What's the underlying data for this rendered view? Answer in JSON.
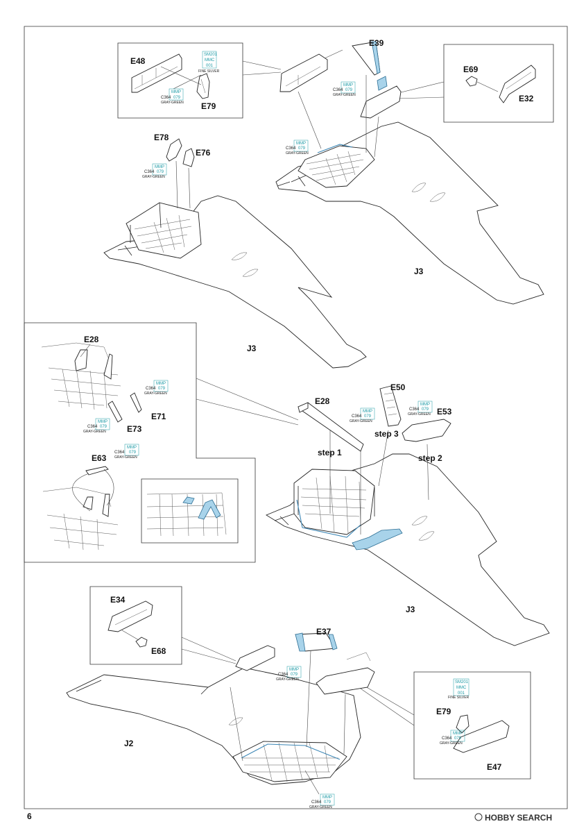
{
  "page": {
    "number": "6"
  },
  "watermark": {
    "text": "HOBBY SEARCH"
  },
  "paint_codes": {
    "gray_green": {
      "mmp": "MMP",
      "c": "C364",
      "n": "079",
      "name": "GRAY-GREEN"
    },
    "fine_silver": {
      "sm": "SM201",
      "mmc": "MMC",
      "n": "001",
      "name": "FINE SILVER"
    }
  },
  "labels": {
    "e48": "E48",
    "e79a": "E79",
    "e39": "E39",
    "e69": "E69",
    "e32": "E32",
    "e78": "E78",
    "e76": "E76",
    "j3a": "J3",
    "j3b": "J3",
    "j3c": "J3",
    "e28a": "E28",
    "e71": "E71",
    "e73": "E73",
    "e63": "E63",
    "e28b": "E28",
    "e50": "E50",
    "e53": "E53",
    "e34": "E34",
    "e68": "E68",
    "e37": "E37",
    "j2": "J2",
    "e79b": "E79",
    "e47": "E47"
  },
  "steps": {
    "step1": "step 1",
    "step2": "step 2",
    "step3": "step 3"
  },
  "colors": {
    "paint_code": "#1c9aa6",
    "highlight_fill": "#a8d3ea",
    "highlight_stroke": "#2b6d93",
    "line": "#222222"
  }
}
